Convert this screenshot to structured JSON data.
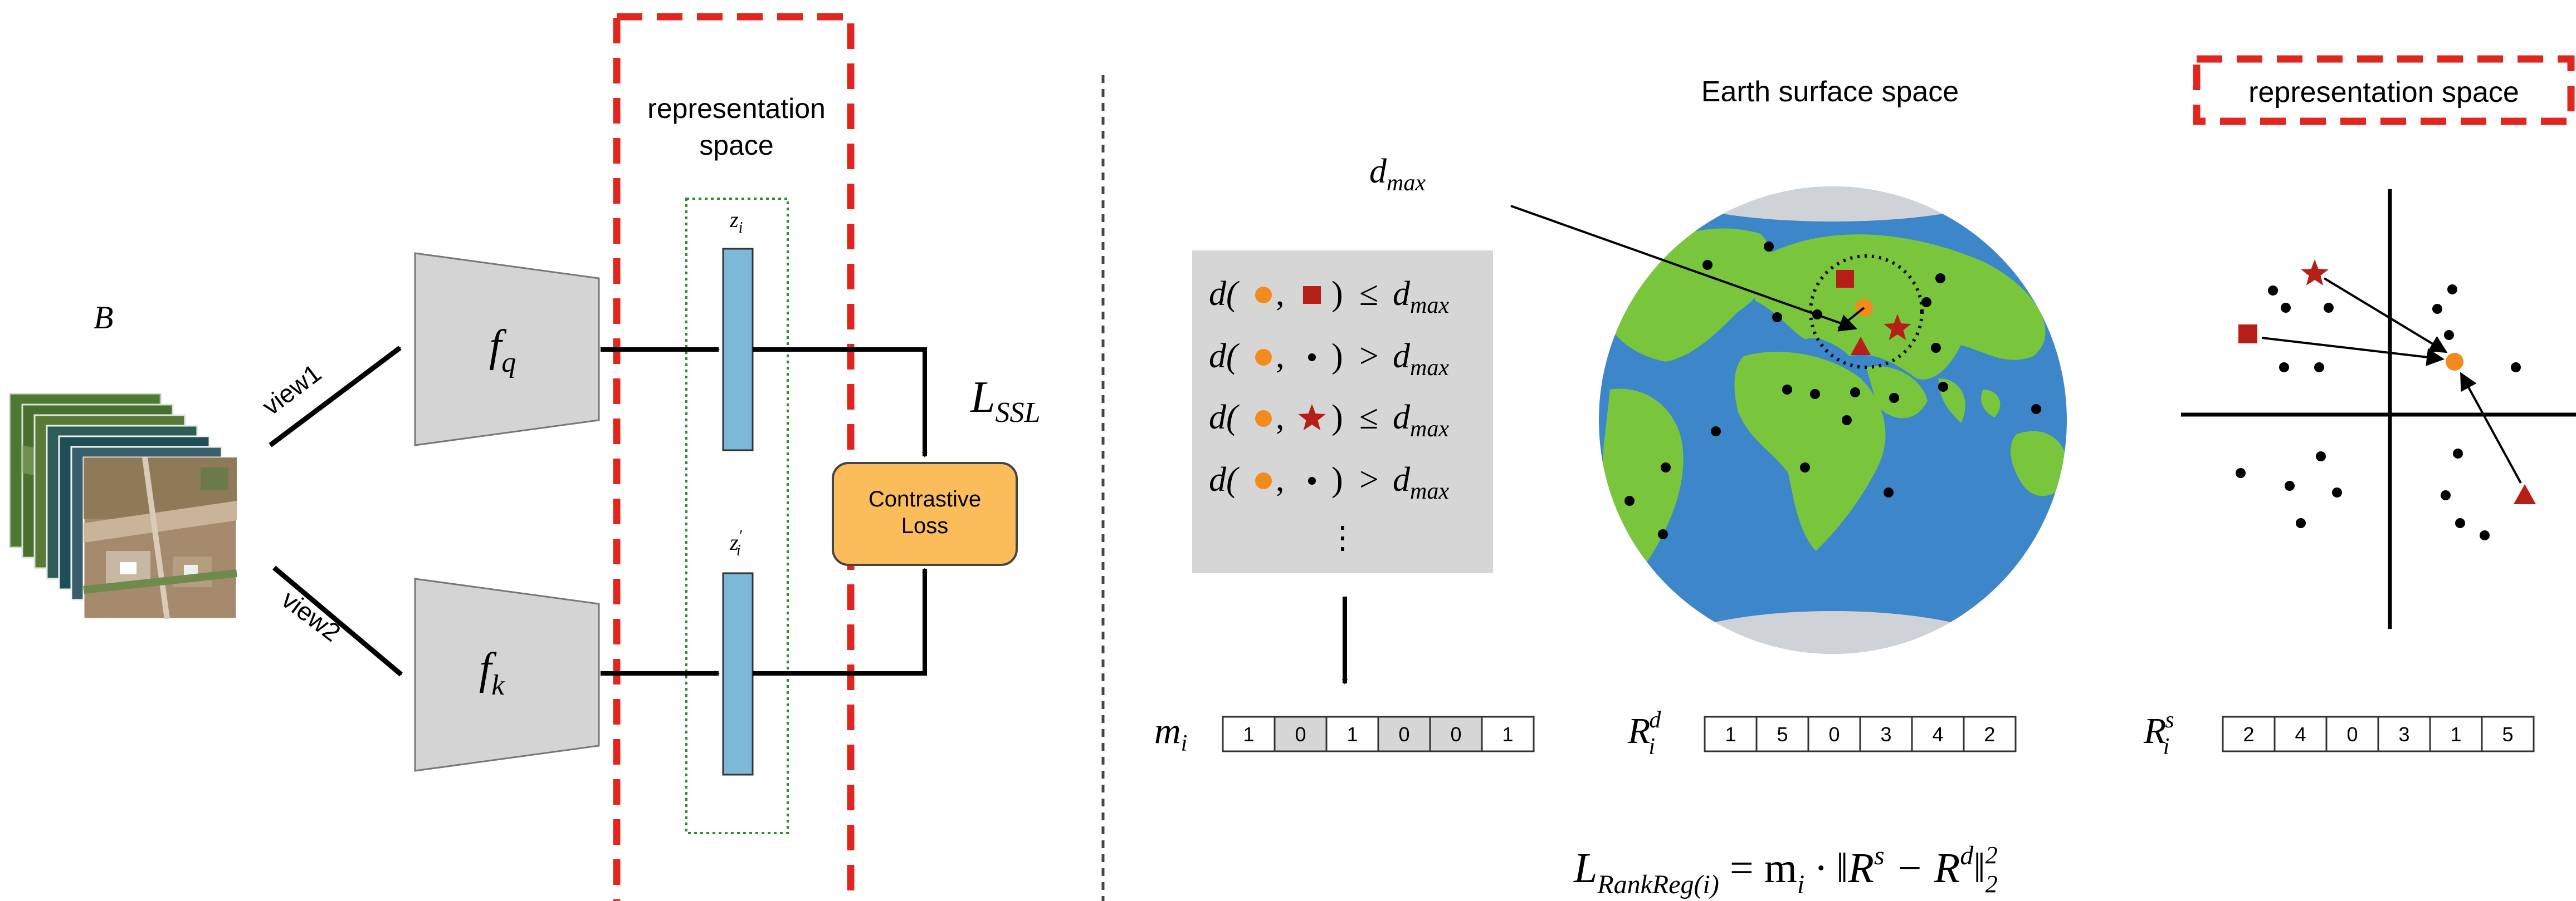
{
  "left_panel": {
    "batch_label": "B",
    "view1_label": "view1",
    "view2_label": "view2",
    "encoder_q": {
      "symbol": "f",
      "subscript": "q"
    },
    "encoder_k": {
      "symbol": "f",
      "subscript": "k"
    },
    "representation_space_line1": "representation",
    "representation_space_line2": "space",
    "z_i": {
      "symbol": "z",
      "subscript": "i"
    },
    "z_i_prime": {
      "symbol": "z",
      "subscript": "i",
      "prime": "′"
    },
    "loss_label": {
      "symbol": "L",
      "subscript": "SSL"
    },
    "contrastive_loss_line1": "Contrastive",
    "contrastive_loss_line2": "Loss"
  },
  "right_panel": {
    "d_max_label": {
      "symbol": "d",
      "subscript": "max"
    },
    "earth_title": "Earth surface space",
    "representation_title": "representation space",
    "conditions": [
      {
        "marker": "orange-dot",
        "other": "red-square",
        "op": "≤"
      },
      {
        "marker": "orange-dot",
        "other": "black-dot",
        "op": ">"
      },
      {
        "marker": "orange-dot",
        "other": "red-star",
        "op": "≤"
      },
      {
        "marker": "orange-dot",
        "other": "black-dot",
        "op": ">"
      }
    ],
    "condition_d": "d",
    "condition_dmax": "d",
    "condition_dmax_sub": "max",
    "ellipsis": "⋮",
    "mask": {
      "symbol": "m",
      "subscript": "i",
      "values": [
        "1",
        "0",
        "1",
        "0",
        "0",
        "1"
      ]
    },
    "rank_d": {
      "symbol": "R",
      "subscript": "i",
      "superscript": "d",
      "values": [
        "1",
        "5",
        "0",
        "3",
        "4",
        "2"
      ]
    },
    "rank_s": {
      "symbol": "R",
      "subscript": "i",
      "superscript": "s",
      "values": [
        "2",
        "4",
        "0",
        "3",
        "1",
        "5"
      ]
    },
    "formula": {
      "lhs": "L",
      "lhs_sub": "RankReg(i)",
      "rhs": " = m",
      "rhs_sub_i": "i",
      "dot": " · ‖R",
      "r_sup_s": "s",
      "minus": " − R",
      "r_sup_d": "d",
      "close": "‖",
      "norm_sub": "2",
      "norm_sup": "2"
    }
  },
  "colors": {
    "red_dash": "#e0261e",
    "green_dot": "#2e8b2e",
    "blue_bar": "#7cb8d8",
    "orange_box": "#fbbd5a",
    "encoder_gray": "#d4d4d4",
    "condition_bg": "#d6d6d6",
    "orange_marker": "#f28a1e",
    "red_marker": "#b51f17",
    "ocean": "#3d86c9",
    "land": "#79c63c",
    "ice": "#cfd3d8"
  }
}
